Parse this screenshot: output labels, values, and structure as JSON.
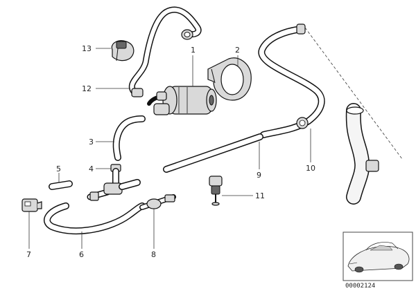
{
  "callouts": {
    "c1": "1",
    "c2": "2",
    "c3": "3",
    "c4": "4",
    "c5": "5",
    "c6": "6",
    "c7": "7",
    "c8": "8",
    "c9": "9",
    "c10": "10",
    "c11": "11",
    "c12": "12",
    "c13": "13"
  },
  "reference_number": "00002124"
}
